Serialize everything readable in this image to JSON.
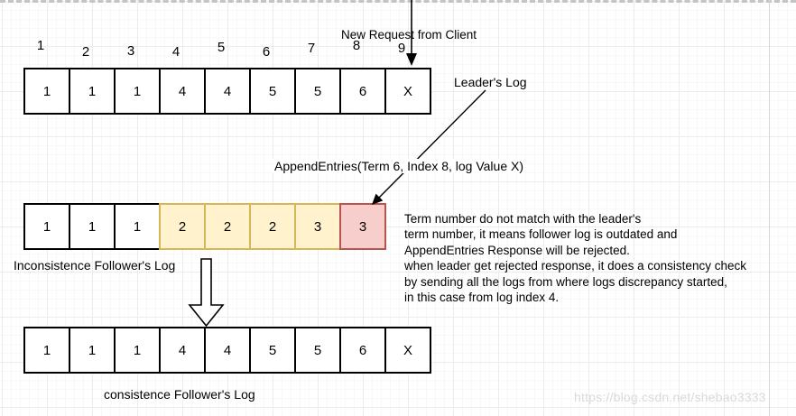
{
  "diagram": {
    "new_request_label": "New Request from Client",
    "leaders_log_label": "Leader's Log",
    "append_entries_label": "AppendEntries(Term 6, Index 8, log Value X)",
    "inconsistent_label": "Inconsistence Follower's Log",
    "consistent_label": "consistence Follower's Log",
    "watermark": "https://blog.csdn.net/shebao3333",
    "index_labels": [
      "1",
      "2",
      "3",
      "4",
      "5",
      "6",
      "7",
      "8",
      "9"
    ],
    "leader_log_cells": [
      "1",
      "1",
      "1",
      "4",
      "4",
      "5",
      "5",
      "6",
      "X"
    ],
    "inconsistent_follower_cells": [
      "1",
      "1",
      "1",
      "2",
      "2",
      "2",
      "3",
      "3"
    ],
    "inconsistent_cell_styles": [
      "plain",
      "plain",
      "plain",
      "yellow",
      "yellow",
      "yellow",
      "yellow",
      "pink"
    ],
    "consistent_follower_cells": [
      "1",
      "1",
      "1",
      "4",
      "4",
      "5",
      "5",
      "6",
      "X"
    ],
    "explanation_lines": [
      "Term number do not match with the leader's",
      "term number, it means follower log is outdated and",
      "AppendEntries Response will be rejected.",
      "when leader get rejected response, it does a consistency check",
      "by sending all the logs from where logs discrepancy started,",
      "in this case from log index 4."
    ],
    "colors": {
      "yellow_fill": "#FFF2CC",
      "yellow_border": "#D6B656",
      "pink_fill": "#F8CECC",
      "pink_border": "#B85450",
      "stroke": "#000000"
    }
  }
}
